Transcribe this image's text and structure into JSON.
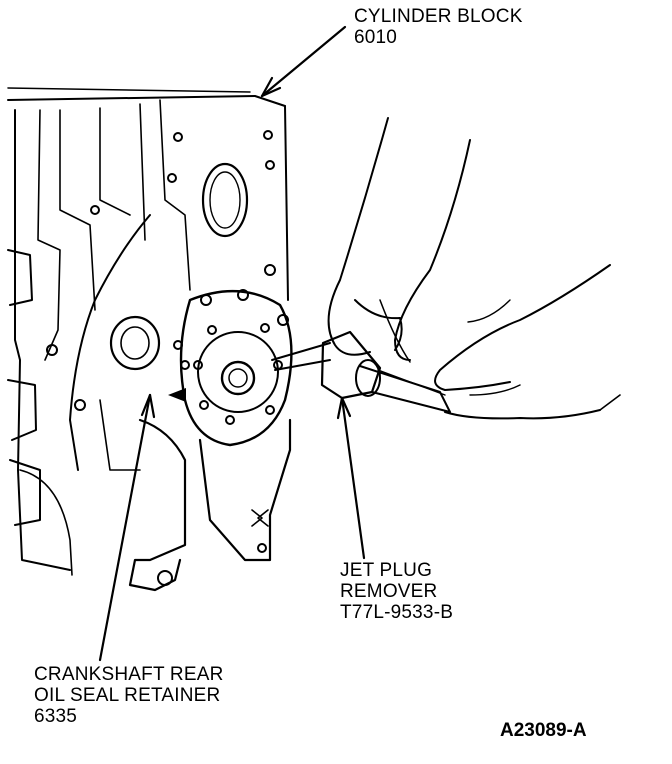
{
  "callouts": {
    "cylinder_block": {
      "name": "CYLINDER BLOCK",
      "part": "6010"
    },
    "jet_plug_remover": {
      "line1": "JET PLUG",
      "line2": "REMOVER",
      "part": "T77L-9533-B"
    },
    "oil_seal_retainer": {
      "line1": "CRANKSHAFT REAR",
      "line2": "OIL SEAL RETAINER",
      "part": "6335"
    }
  },
  "figure_id": "A23089-A",
  "colors": {
    "ink": "#000000",
    "paper": "#ffffff"
  }
}
